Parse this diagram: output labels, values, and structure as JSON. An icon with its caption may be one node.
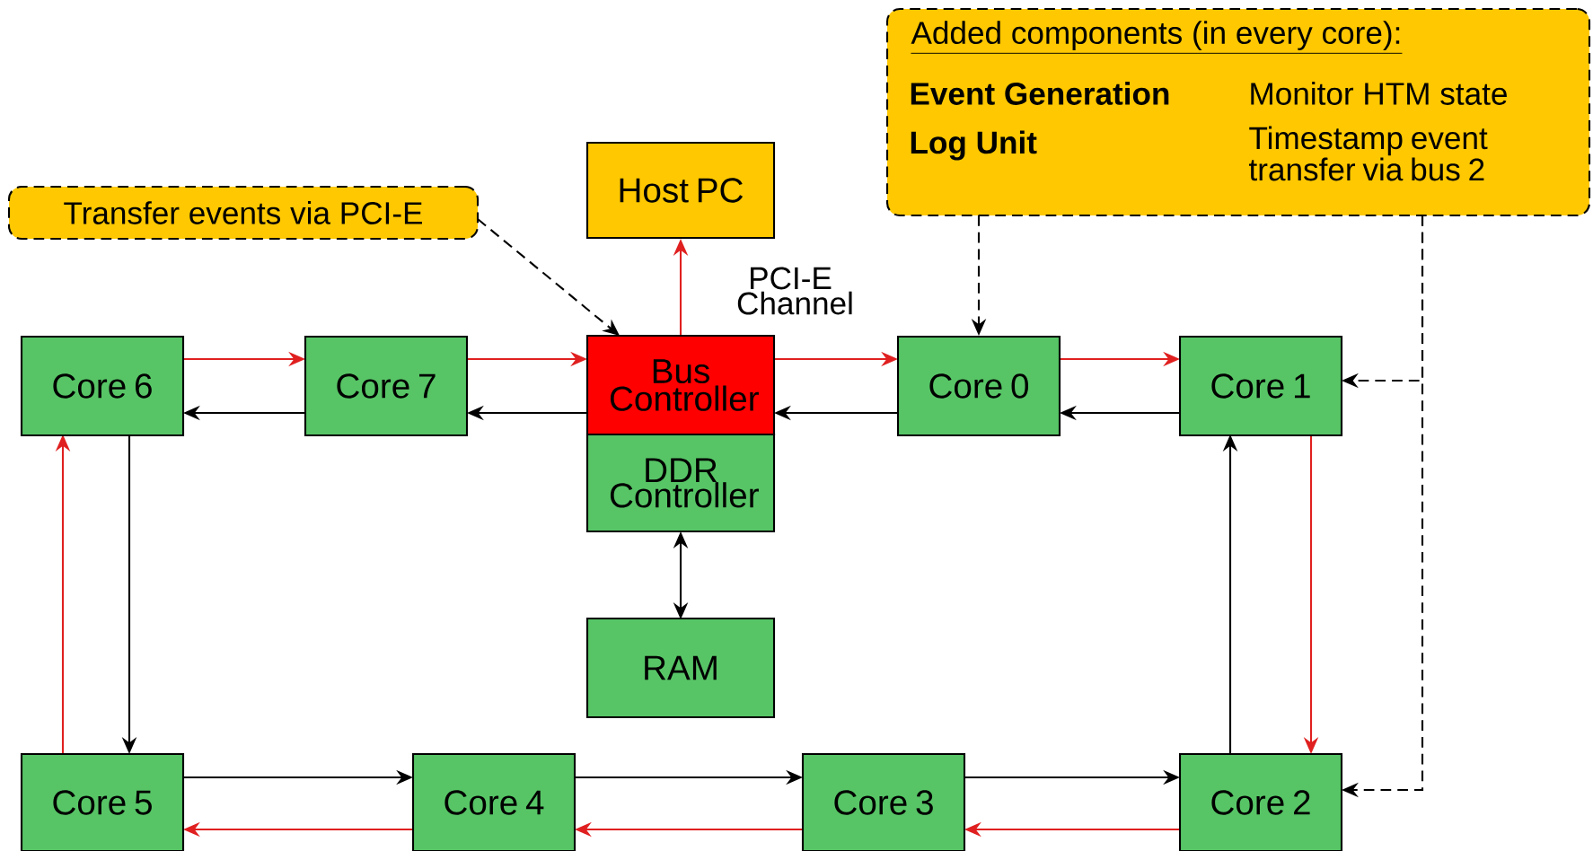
{
  "diagram": {
    "nodes": [
      {
        "text": [
          "Added components (in every core):",
          "Event Generation",
          "Monitor HTM state",
          "Log Unit",
          "Timestamp event transfer via bus 2"
        ]
      },
      {
        "text": [
          "Transfer events via PCI-E"
        ]
      },
      {
        "text": [
          "Host PC"
        ]
      },
      {
        "text": [
          "Bus Controller"
        ]
      },
      {
        "text": [
          "DDR Controller"
        ]
      },
      {
        "text": [
          "RAM"
        ]
      },
      {
        "text": [
          "Core 0"
        ]
      },
      {
        "text": [
          "Core 1"
        ]
      },
      {
        "text": [
          "Core 2"
        ]
      },
      {
        "text": [
          "Core 3"
        ]
      },
      {
        "text": [
          "Core 4"
        ]
      },
      {
        "text": [
          "Core 5"
        ]
      },
      {
        "text": [
          "Core 6"
        ]
      },
      {
        "text": [
          "Core 7"
        ]
      }
    ],
    "edges": [
      {
        "from": 0,
        "to": 6,
        "arrow": "to",
        "style": "dashed"
      },
      {
        "from": 0,
        "to": 7,
        "arrow": "to",
        "style": "dashed"
      },
      {
        "from": 0,
        "to": 8,
        "arrow": "to",
        "style": "dashed"
      },
      {
        "from": 1,
        "to": 3,
        "arrow": "to",
        "style": "dashed"
      },
      {
        "from": 3,
        "to": 2,
        "arrow": "to",
        "color": "#e02020",
        "label": "PCI-E Channel"
      },
      {
        "from": 3,
        "to": 6,
        "arrow": "to",
        "color": "#e02020"
      },
      {
        "from": 6,
        "to": 7,
        "arrow": "to",
        "color": "#e02020"
      },
      {
        "from": 7,
        "to": 8,
        "arrow": "to",
        "color": "#e02020"
      },
      {
        "from": 8,
        "to": 9,
        "arrow": "to",
        "color": "#e02020"
      },
      {
        "from": 9,
        "to": 10,
        "arrow": "to",
        "color": "#e02020"
      },
      {
        "from": 10,
        "to": 11,
        "arrow": "to",
        "color": "#e02020"
      },
      {
        "from": 11,
        "to": 12,
        "arrow": "to",
        "color": "#e02020"
      },
      {
        "from": 12,
        "to": 13,
        "arrow": "to",
        "color": "#e02020"
      },
      {
        "from": 13,
        "to": 3,
        "arrow": "to",
        "color": "#e02020"
      },
      {
        "from": 6,
        "to": 3,
        "arrow": "to"
      },
      {
        "from": 7,
        "to": 6,
        "arrow": "to"
      },
      {
        "from": 8,
        "to": 7,
        "arrow": "to"
      },
      {
        "from": 9,
        "to": 8,
        "arrow": "to"
      },
      {
        "from": 10,
        "to": 9,
        "arrow": "to"
      },
      {
        "from": 11,
        "to": 10,
        "arrow": "to"
      },
      {
        "from": 12,
        "to": 11,
        "arrow": "to"
      },
      {
        "from": 13,
        "to": 12,
        "arrow": "to"
      },
      {
        "from": 3,
        "to": 13,
        "arrow": "to"
      },
      {
        "from": 4,
        "to": 5,
        "arrow": "both"
      }
    ]
  }
}
